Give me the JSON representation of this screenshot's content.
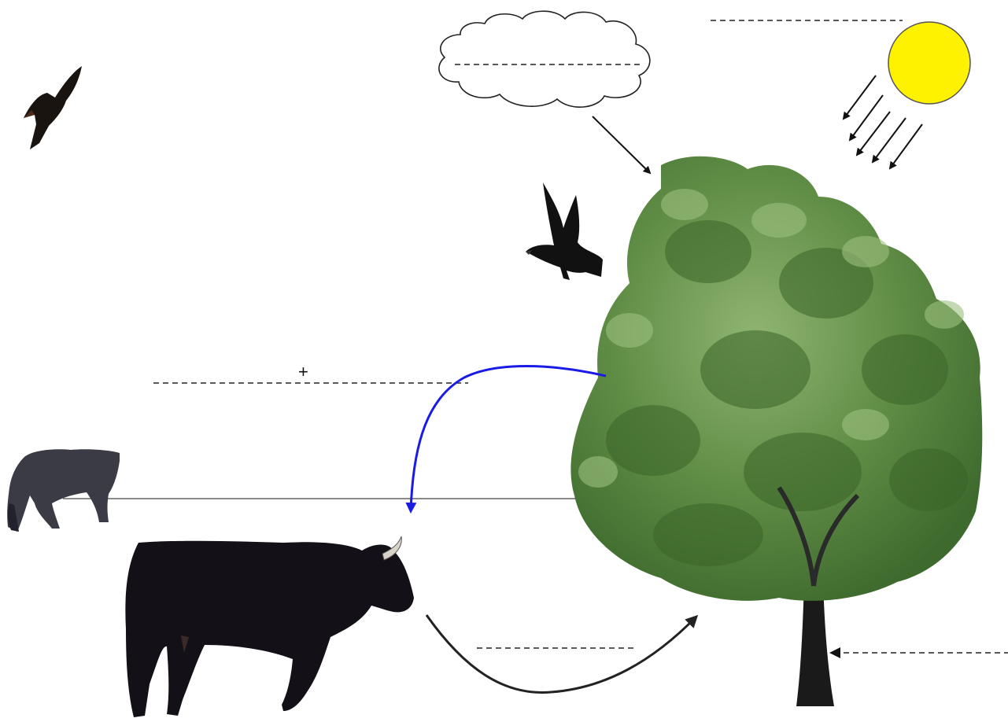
{
  "diagram": {
    "labels": {
      "plus": "+"
    },
    "elements": [
      {
        "name": "sun",
        "color": "#FFF200"
      },
      {
        "name": "cloud"
      },
      {
        "name": "tree"
      },
      {
        "name": "kite-bird"
      },
      {
        "name": "crow-bird"
      },
      {
        "name": "horse"
      },
      {
        "name": "bull"
      }
    ],
    "answer_blanks": 6,
    "colors": {
      "feedback_arrow": "#1B1BE6",
      "sun": "#FFF200",
      "foliage": "#4F7A3A",
      "trunk": "#1A1A1A",
      "animal": "#141018"
    }
  }
}
